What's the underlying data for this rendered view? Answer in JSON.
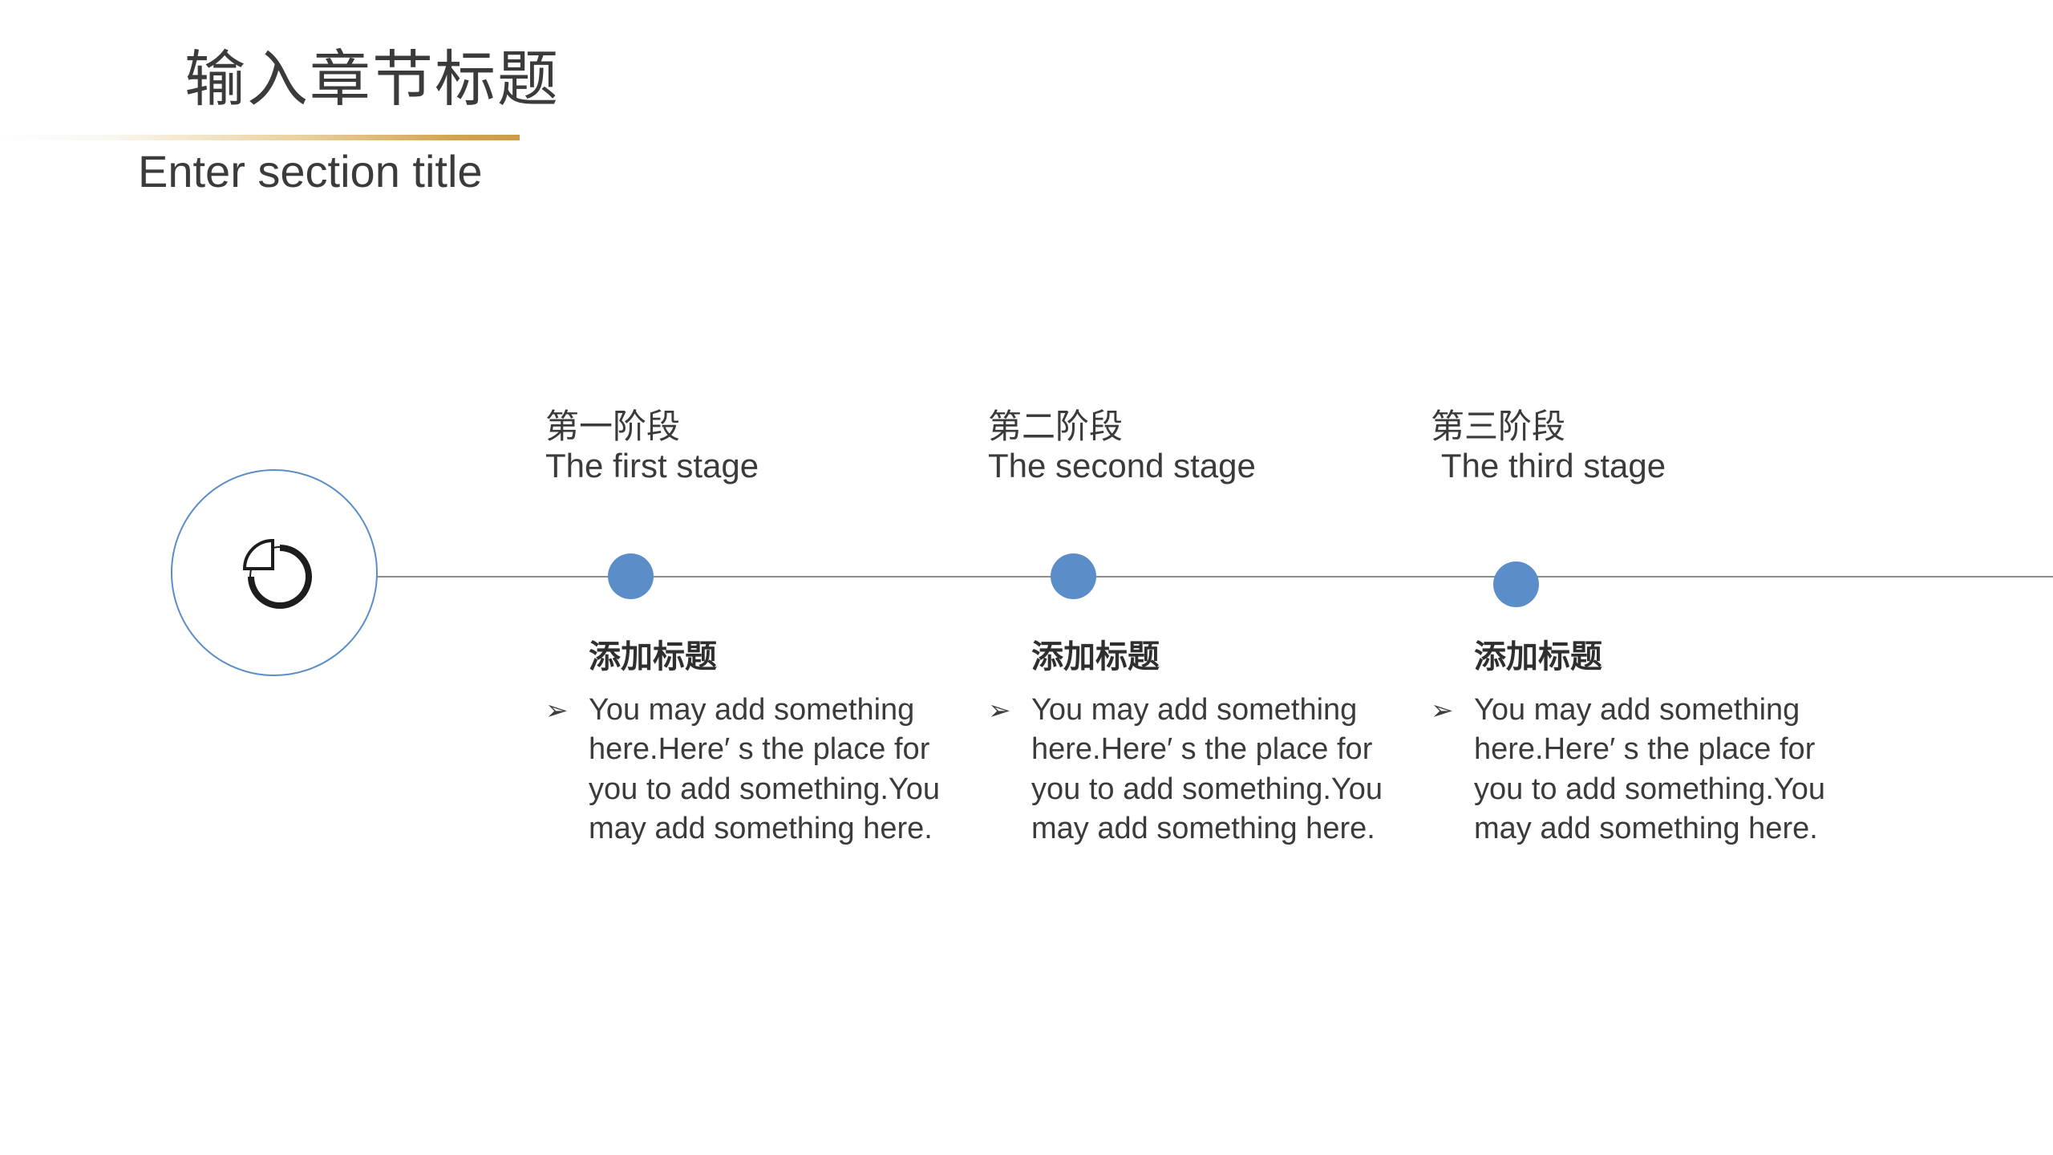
{
  "header": {
    "title_cn": "输入章节标题",
    "title_en": "Enter section title",
    "rule_color": "#d2a252"
  },
  "icon": {
    "name": "pie-chart-icon",
    "ring_color": "#5b8dc8"
  },
  "timeline": {
    "axis_color": "#8c8c8c",
    "dot_color": "#5b8dc8"
  },
  "stages": [
    {
      "stage_cn": "第一阶段",
      "stage_en": "The first stage",
      "body_title": "添加标题",
      "bullet_mark": "➢",
      "bullet_text": "You may add something here.Here′ s the place for you to add something.You may add something here."
    },
    {
      "stage_cn": "第二阶段",
      "stage_en": "The second stage",
      "body_title": "添加标题",
      "bullet_mark": "➢",
      "bullet_text": "You may add something here.Here′ s the place for you to add something.You may add something here."
    },
    {
      "stage_cn": "第三阶段",
      "stage_en": "The third stage",
      "body_title": "添加标题",
      "bullet_mark": "➢",
      "bullet_text": "You may add something here.Here′ s the place for you to add something.You may add something here."
    }
  ]
}
